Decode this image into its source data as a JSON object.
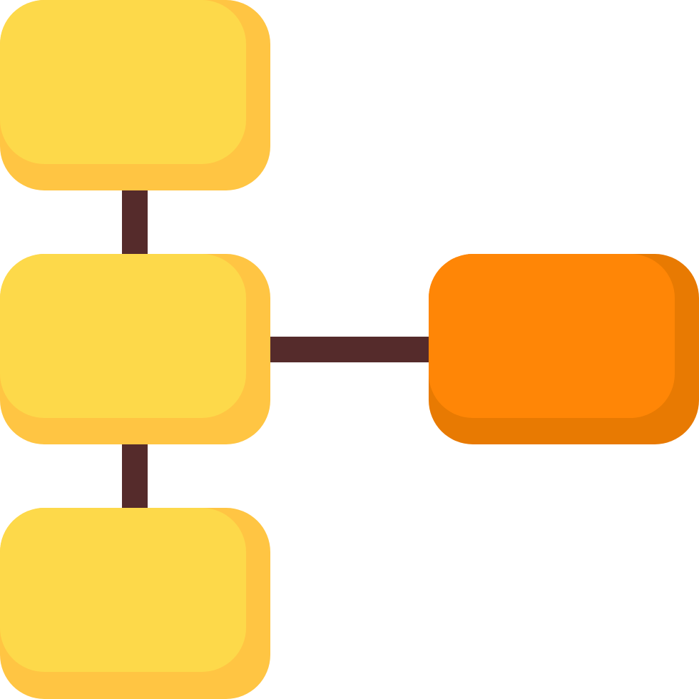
{
  "diagram": {
    "icon_name": "hierarchy-structure-icon",
    "colors": {
      "yellow_main": "#FDD94A",
      "yellow_shade": "#FFC543",
      "orange_main": "#FF8606",
      "orange_shade": "#E87A02",
      "connector": "#552B2B"
    },
    "nodes": [
      {
        "id": "top",
        "color": "yellow"
      },
      {
        "id": "middle",
        "color": "yellow"
      },
      {
        "id": "bottom",
        "color": "yellow"
      },
      {
        "id": "side",
        "color": "orange"
      }
    ],
    "edges": [
      {
        "from": "top",
        "to": "middle"
      },
      {
        "from": "middle",
        "to": "bottom"
      },
      {
        "from": "middle",
        "to": "side"
      }
    ]
  }
}
